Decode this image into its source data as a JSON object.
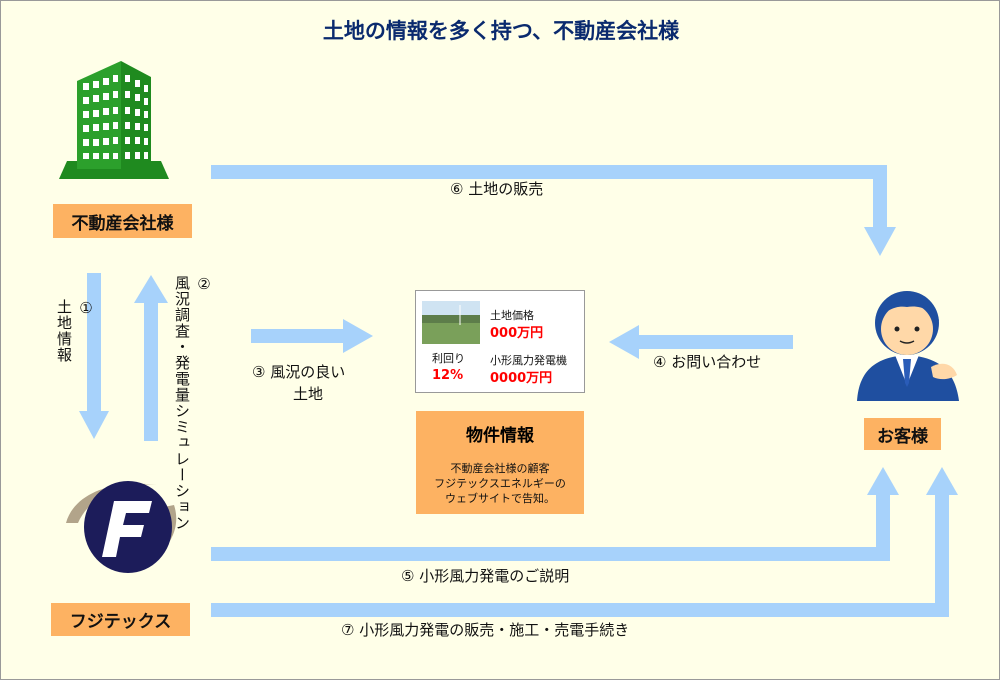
{
  "title": "土地の情報を多く持つ、不動産会社様",
  "nodes": {
    "realestate": "不動産会社様",
    "fujitex": "フジテックス",
    "customer": "お客様"
  },
  "steps": {
    "s1": "①\n土地情報",
    "s2": "②\n風況調査・発電量シミュレーション",
    "s3_line1": "③ 風況の良い",
    "s3_line2": "土地",
    "s4": "④ お問い合わせ",
    "s5": "⑤ 小形風力発電のご説明",
    "s6": "⑥ 土地の販売",
    "s7": "⑦ 小形風力発電の販売・施工・売電手続き"
  },
  "property_card": {
    "land_price_label": "土地価格",
    "land_price_value": "000万円",
    "yield_label": "利回り",
    "yield_value": "12%",
    "turbine_label": "小形風力発電機",
    "turbine_value": "0000万円"
  },
  "info_box": {
    "heading": "物件情報",
    "line1": "不動産会社様の顧客",
    "line2": "フジテックスエネルギーの",
    "line3": "ウェブサイトで告知。"
  },
  "colors": {
    "title": "#0a2a6e",
    "label_box": "#fdb262",
    "arrow": "#a7d2fb",
    "building": "#2ca02c",
    "price": "#ff0000",
    "person": "#1f4fa0"
  },
  "icons": [
    "building-icon",
    "fujitex-logo",
    "customer-person-icon",
    "landscape-photo"
  ]
}
